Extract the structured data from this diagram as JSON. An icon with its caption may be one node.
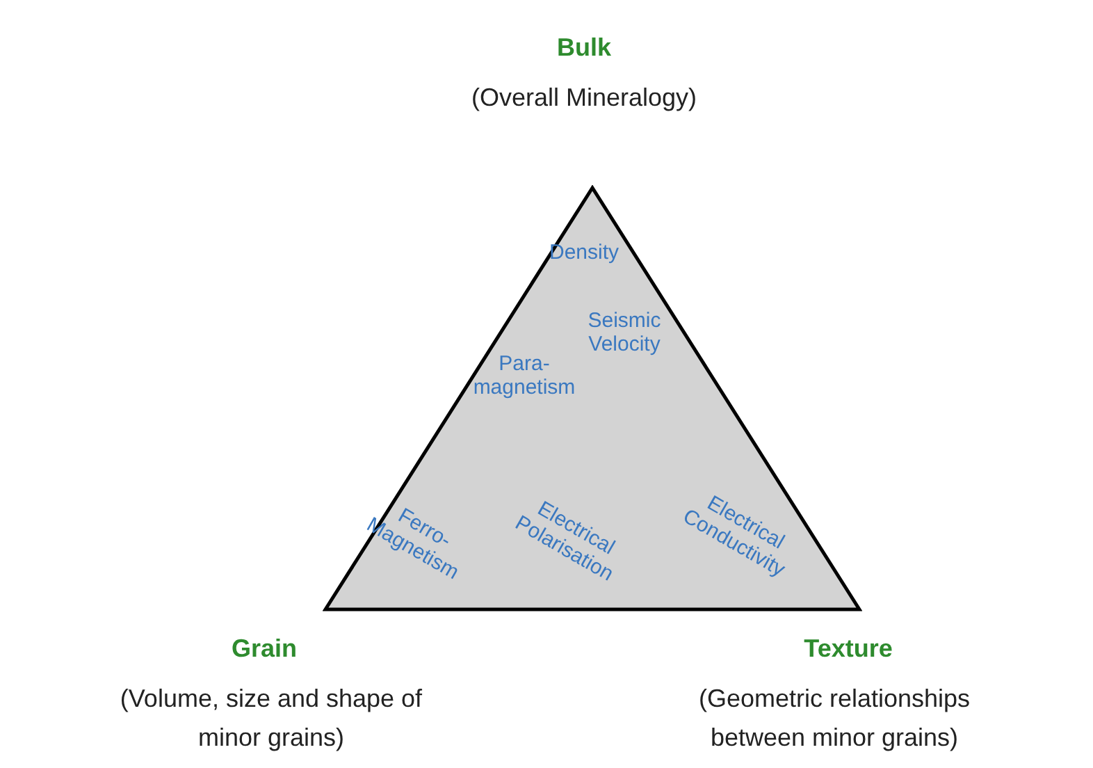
{
  "diagram": {
    "nodes": [
      {
        "text": [
          "Density",
          "Seismic Velocity",
          "Para- magnetism",
          "Ferro- Magnetism",
          "Electrical Polarisation",
          "Electrical Conductivity"
        ]
      }
    ],
    "labels": [
      "Bulk",
      "(Overall Mineralogy)",
      "Grain",
      "(Volume, size and shape of minor grains)",
      "Texture",
      "(Geometric relationships between minor grains)"
    ]
  }
}
